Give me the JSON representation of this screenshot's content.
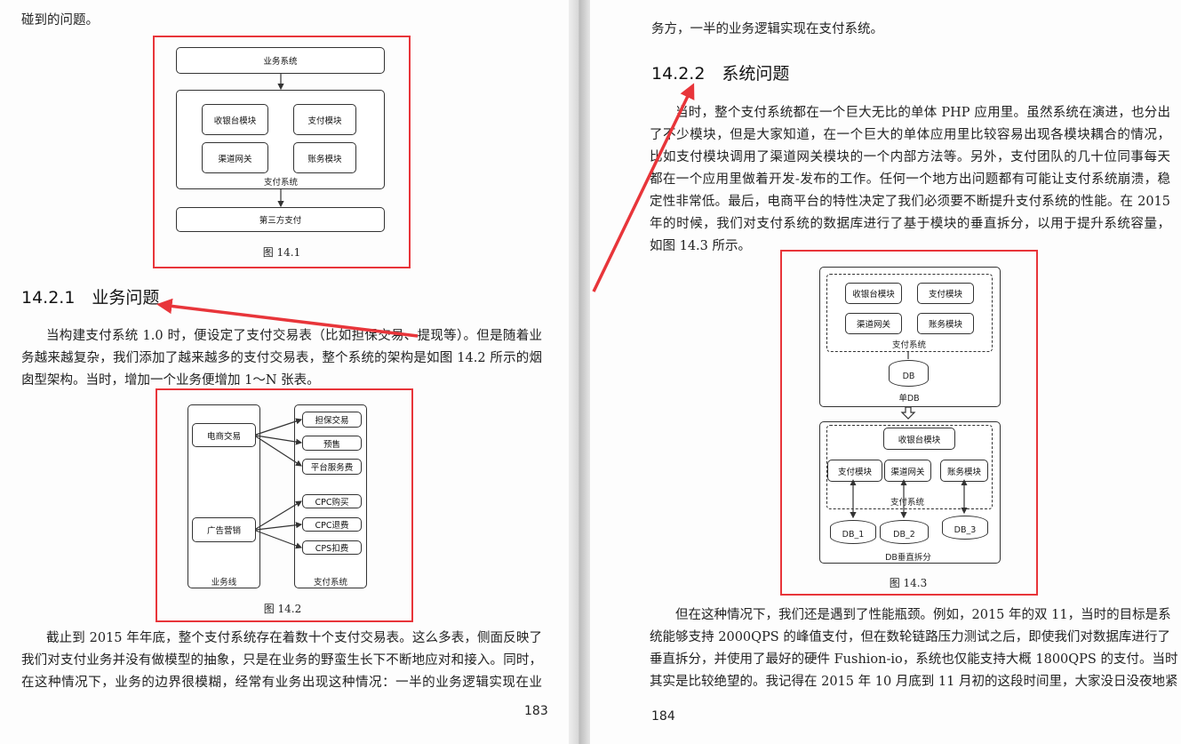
{
  "left_page": {
    "top_line": "碰到的问题。",
    "fig1": {
      "business": "业务系统",
      "mod1": "收银台模块",
      "mod2": "支付模块",
      "mod3": "渠道网关",
      "mod4": "账务模块",
      "system": "支付系统",
      "third": "第三方支付",
      "caption": "图 14.1"
    },
    "heading": "14.2.1　业务问题",
    "para1": [
      "当构建支付系统 1.0 时，便设定了支付交易表（比如担保交易、提现等）。但是随着业",
      "务越来越复杂，我们添加了越来越多的支付交易表，整个系统的架构是如图 14.2 所示的烟",
      "囱型架构。当时，增加一个业务便增加 1～N 张表。"
    ],
    "fig2": {
      "biz1": "电商交易",
      "biz2": "广告营销",
      "t1": "担保交易",
      "t2": "预售",
      "t3": "平台服务费",
      "t4": "CPC购买",
      "t5": "CPC退费",
      "t6": "CPS扣费",
      "left_label": "业务线",
      "right_label": "支付系统",
      "caption": "图 14.2"
    },
    "para2": [
      "截止到 2015 年年底，整个支付系统存在着数十个支付交易表。这么多表，侧面反映了",
      "我们对支付业务并没有做模型的抽象，只是在业务的野蛮生长下不断地应对和接入。同时，",
      "在这种情况下，业务的边界很模糊，经常有业务出现这种情况：一半的业务逻辑实现在业"
    ],
    "page_number": "183"
  },
  "right_page": {
    "top_line": "务方，一半的业务逻辑实现在支付系统。",
    "heading": "14.2.2　系统问题",
    "para1": [
      "当时，整个支付系统都在一个巨大无比的单体 PHP 应用里。虽然系统在演进，也分出",
      "了不少模块，但是大家知道，在一个巨大的单体应用里比较容易出现各模块耦合的情况，",
      "比如支付模块调用了渠道网关模块的一个内部方法等。另外，支付团队的几十位同事每天",
      "都在一个应用里做着开发-发布的工作。任何一个地方出问题都有可能让支付系统崩溃，稳",
      "定性非常低。最后，电商平台的特性决定了我们必须要不断提升支付系统的性能。在 2015",
      "年的时候，我们对支付系统的数据库进行了基于模块的垂直拆分，以用于提升系统容量，",
      "如图 14.3 所示。"
    ],
    "fig3": {
      "mod1": "收银台模块",
      "mod2": "支付模块",
      "mod3": "渠道网关",
      "mod4": "账务模块",
      "system": "支付系统",
      "db": "DB",
      "single_db": "单DB",
      "db1": "DB_1",
      "db2": "DB_2",
      "db3": "DB_3",
      "split": "DB垂直拆分",
      "caption": "图 14.3"
    },
    "para2": [
      "但在这种情况下，我们还是遇到了性能瓶颈。例如，2015 年的双 11，当时的目标是系",
      "统能够支持 2000QPS 的峰值支付，但在数轮链路压力测试之后，即使我们对数据库进行了",
      "垂直拆分，并使用了最好的硬件 Fushion-io，系统也仅能支持大概 1800QPS 的支付。当时",
      "其实是比较绝望的。我记得在 2015 年 10 月底到 11 月初的这段时间里，大家没日没夜地紧"
    ],
    "page_number": "184"
  },
  "annotation_color": "#e8353a"
}
